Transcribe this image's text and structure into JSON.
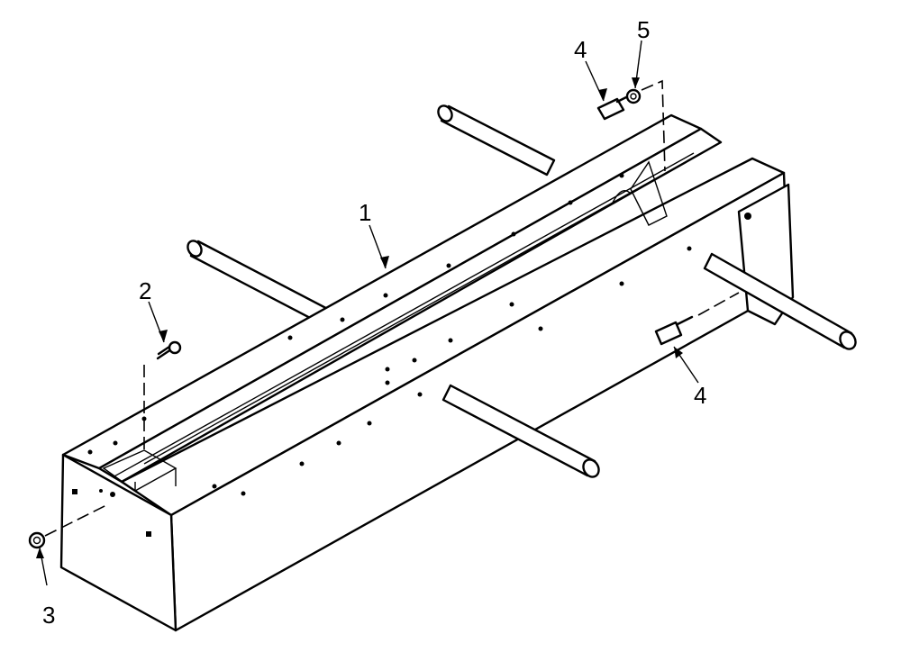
{
  "callouts": [
    {
      "id": "1",
      "label": "1"
    },
    {
      "id": "2",
      "label": "2"
    },
    {
      "id": "3",
      "label": "3"
    },
    {
      "id": "4a",
      "label": "4"
    },
    {
      "id": "5",
      "label": "5"
    },
    {
      "id": "4b",
      "label": "4"
    }
  ],
  "colors": {
    "line": "#000000",
    "background": "#ffffff"
  },
  "parts": [
    "frame",
    "bolt",
    "nut",
    "screw",
    "washer",
    "bar"
  ]
}
